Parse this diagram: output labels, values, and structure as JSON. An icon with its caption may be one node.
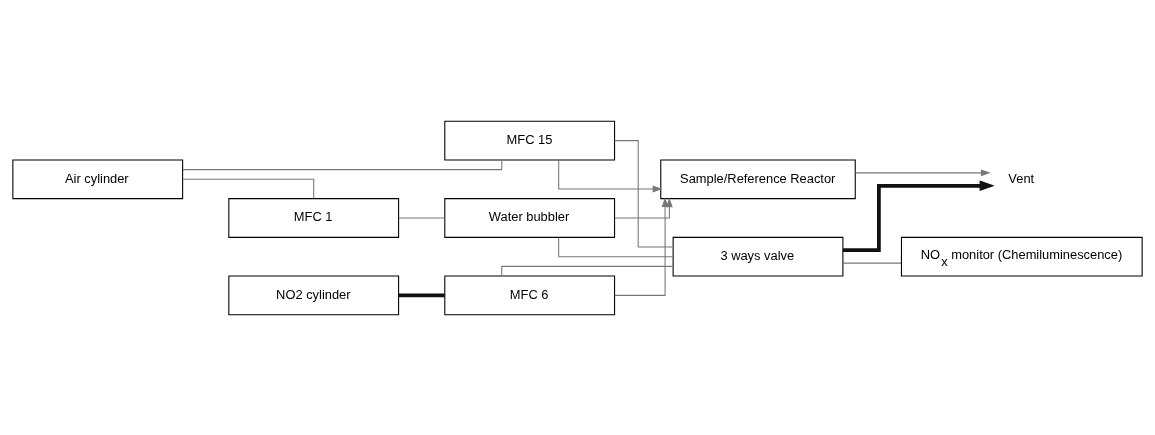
{
  "diagram": {
    "nodes": [
      {
        "text": [
          "Air cylinder"
        ]
      },
      {
        "text": [
          "MFC 1"
        ]
      },
      {
        "text": [
          "Water bubbler"
        ]
      },
      {
        "text": [
          "MFC 15"
        ]
      },
      {
        "text": [
          "NO2 cylinder"
        ]
      },
      {
        "text": [
          "MFC 6"
        ]
      },
      {
        "text": [
          "Sample/Reference Reactor"
        ]
      },
      {
        "text": [
          "3 ways valve"
        ]
      },
      {
        "text": [
          "NO$_{x}$ monitor (Chemiluminescence)"
        ]
      },
      {
        "text": [
          "Vent"
        ]
      }
    ],
    "edges": [
      {
        "from": 0,
        "to": 1,
        "arrow": "none"
      },
      {
        "from": 0,
        "to": 3,
        "arrow": "none"
      },
      {
        "from": 1,
        "to": 2,
        "arrow": "none"
      },
      {
        "from": 4,
        "to": 5,
        "arrow": "none",
        "style": "thick",
        "color": "#111111"
      },
      {
        "from": 2,
        "to": 6,
        "arrow": "to"
      },
      {
        "from": 3,
        "to": 6,
        "arrow": "to"
      },
      {
        "from": 5,
        "to": 6,
        "arrow": "to"
      },
      {
        "from": 2,
        "to": 7,
        "arrow": "none"
      },
      {
        "from": 3,
        "to": 7,
        "arrow": "none"
      },
      {
        "from": 5,
        "to": 7,
        "arrow": "none"
      },
      {
        "from": 7,
        "to": 8,
        "arrow": "none"
      },
      {
        "from": 6,
        "to": 9,
        "arrow": "to"
      },
      {
        "from": 7,
        "to": 9,
        "arrow": "to",
        "style": "thick",
        "color": "#111111"
      }
    ]
  }
}
